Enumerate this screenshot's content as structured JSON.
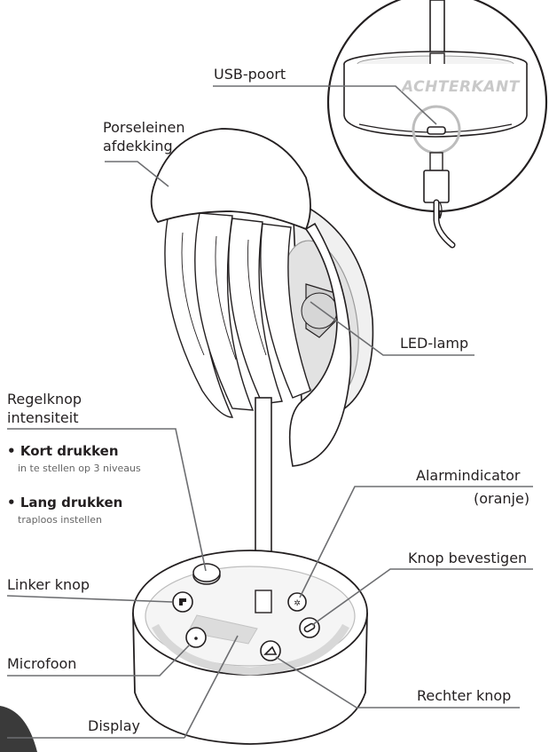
{
  "labels": {
    "usb_port": "USB-poort",
    "back_side": "ACHTERKANT",
    "porcelain_cover_line1": "Porseleinen",
    "porcelain_cover_line2": "afdekking",
    "led_lamp": "LED-lamp",
    "intensity_knob_line1": "Regelknop",
    "intensity_knob_line2": "intensiteit",
    "short_press_title": "Kort drukken",
    "short_press_desc": "in te stellen op 3 niveaus",
    "long_press_title": "Lang drukken",
    "long_press_desc": "traploos instellen",
    "alarm_indicator_line1": "Alarmindicator",
    "alarm_indicator_line2": "(oranje)",
    "confirm_button": "Knop bevestigen",
    "left_button": "Linker knop",
    "microphone": "Microfoon",
    "right_button": "Rechter knop",
    "display": "Display"
  },
  "bullet_char": "•",
  "colors": {
    "line": "#6d6e71",
    "outline": "#231f20",
    "fill": "#ffffff",
    "shade": "#e6e6e6",
    "highlight_circle": "#bdbdbd",
    "corner": "#3a3a3a"
  }
}
